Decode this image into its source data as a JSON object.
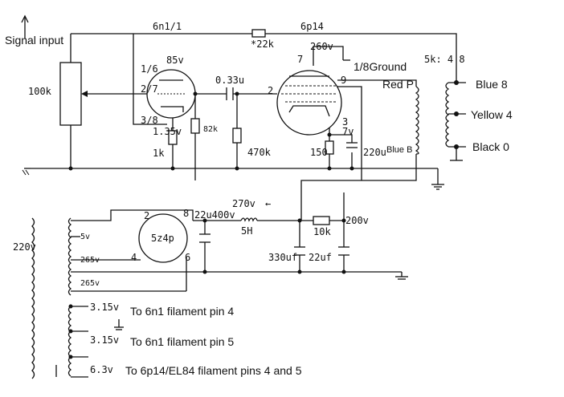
{
  "labels": {
    "signal_input": "Signal input",
    "pot": "100k",
    "tube1": "6n1/1",
    "tube2": "6p14",
    "r_plate_out": "*22k",
    "pin_1_6": "1/6",
    "pin_2_7": "2/7",
    "pin_3_8": "3/8",
    "v85": "85v",
    "v135": "1.35v",
    "r1k": "1k",
    "r82k": "82k",
    "c033": "0.33u",
    "r470k": "470k",
    "pin7": "7",
    "v260": "260v",
    "ground_18": "1/8Ground",
    "pin2": "2",
    "pin9": "9",
    "pin3": "3",
    "v7": "7v",
    "r150": "150",
    "c220u": "220u",
    "red_p": "Red P",
    "blue_b": "Blue B",
    "xfmr": "5k: 4 8",
    "blue8": "Blue 8",
    "yellow4": "Yellow 4",
    "black0": "Black 0",
    "v220": "220v",
    "v5": "5v",
    "v265a": "265v",
    "v265b": "265v",
    "rect": "5z4p",
    "rp2": "2",
    "rp8": "8",
    "rp4": "4",
    "rp6": "6",
    "v22u400": "22u400v",
    "v270": "270v",
    "l5h": "5H",
    "r10k": "10k",
    "v200": "200v",
    "c330": "330uf",
    "c22": "22uf",
    "f1v": "3.15v",
    "f2v": "3.15v",
    "f3v": "6.3v",
    "fil1": "To 6n1 filament pin 4",
    "fil2": "To 6n1 filament pin 5",
    "fil3": "To 6p14/EL84  filament pins 4 and 5"
  }
}
